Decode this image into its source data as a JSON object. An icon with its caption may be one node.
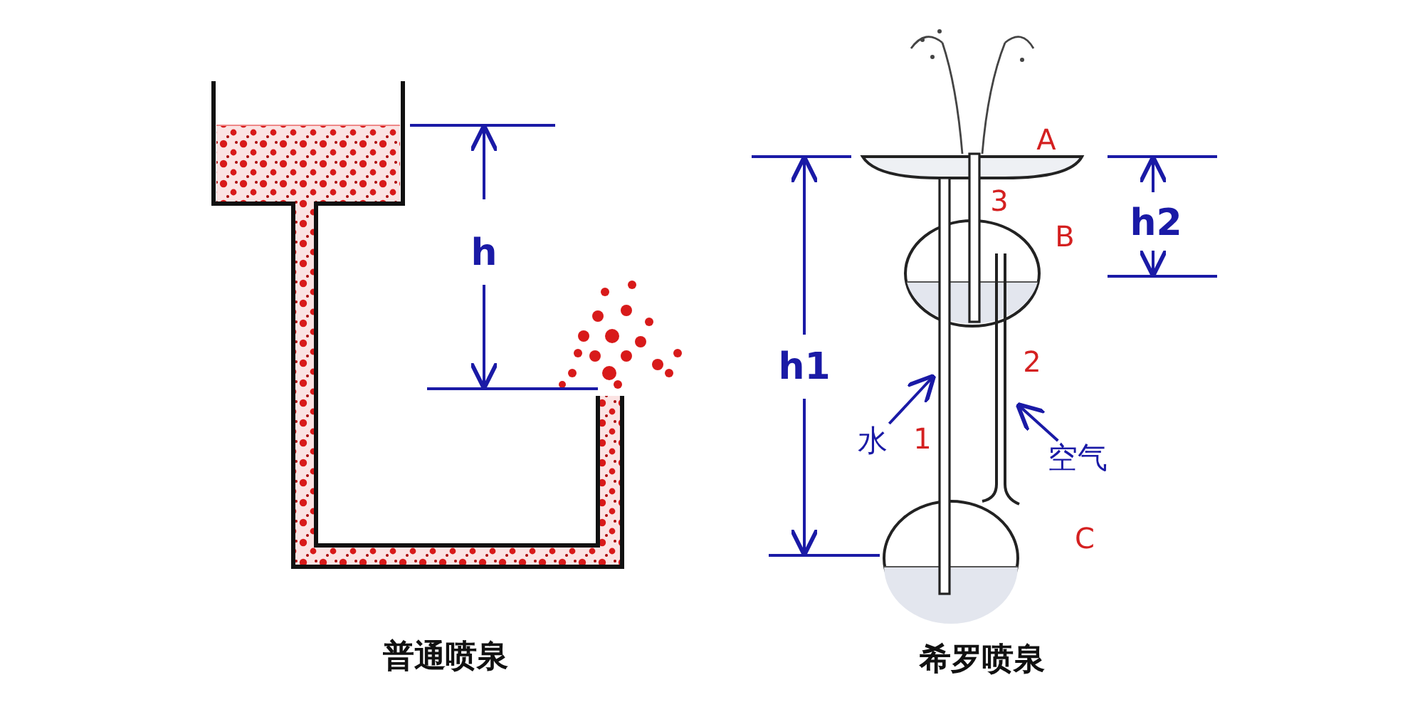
{
  "diagram": {
    "nodes": [
      {
        "text": [
          "水"
        ]
      },
      {
        "text": [
          "空气"
        ]
      }
    ],
    "edges": [
      {
        "from": 0,
        "to": null,
        "arrow": "to"
      },
      {
        "from": 1,
        "to": null,
        "arrow": "to"
      }
    ],
    "labels": [
      "h",
      "A",
      "3",
      "B",
      "h2",
      "h1",
      "2",
      "1",
      "C",
      "普通喷泉",
      "希罗喷泉"
    ]
  }
}
